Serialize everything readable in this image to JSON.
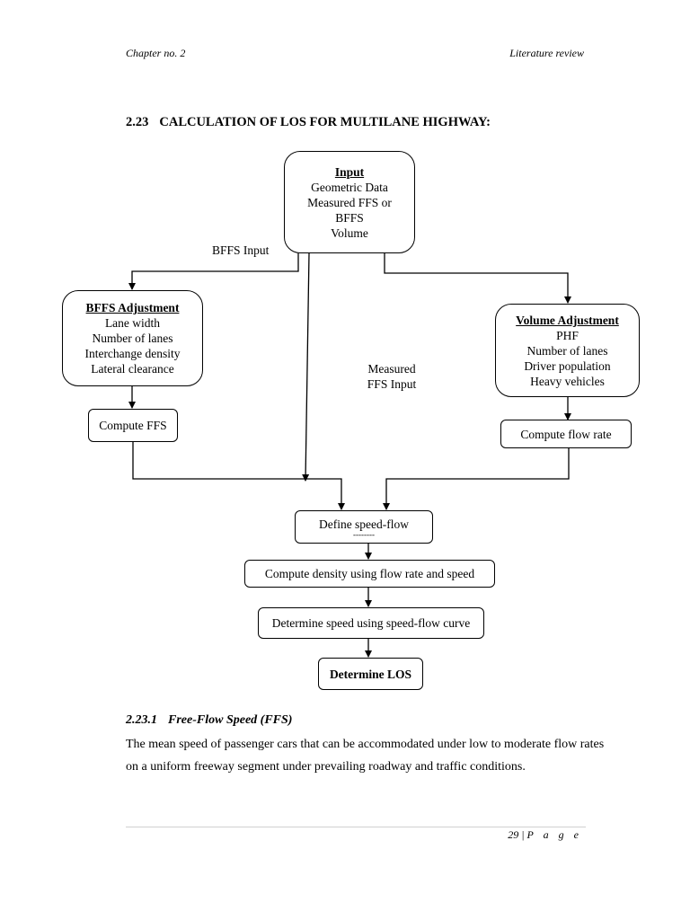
{
  "header": {
    "left": "Chapter no. 2",
    "right": "Literature review"
  },
  "section": {
    "number": "2.23",
    "title": "CALCULATION OF LOS FOR MULTILANE HIGHWAY:"
  },
  "flowchart": {
    "input": {
      "title": "Input",
      "lines": [
        "Geometric Data",
        "Measured FFS or",
        "BFFS",
        "Volume"
      ]
    },
    "bffs_input_label": "BFFS Input",
    "measured_label": [
      "Measured",
      "FFS Input"
    ],
    "bffs_adjustment": {
      "title": "BFFS Adjustment",
      "lines": [
        "Lane width",
        "Number of lanes",
        "Interchange density",
        "Lateral clearance"
      ]
    },
    "volume_adjustment": {
      "title": "Volume Adjustment",
      "lines": [
        "PHF",
        "Number of lanes",
        "Driver population",
        "Heavy vehicles"
      ]
    },
    "compute_ffs": "Compute FFS",
    "compute_flow_rate": "Compute flow rate",
    "define_speed_flow": "Define speed-flow",
    "define_speed_flow_sub": "--------",
    "compute_density": "Compute density using flow rate and speed",
    "determine_speed": "Determine speed using speed-flow curve",
    "determine_los": "Determine LOS"
  },
  "subsection": {
    "number": "2.23.1",
    "title": "Free-Flow Speed (FFS)"
  },
  "paragraph": "The mean speed of passenger cars that can be accommodated under low to moderate flow rates on a uniform freeway segment under prevailing roadway and traffic conditions.",
  "footer": {
    "page_number": "29",
    "separator": "|",
    "page_label": "P a g e"
  }
}
